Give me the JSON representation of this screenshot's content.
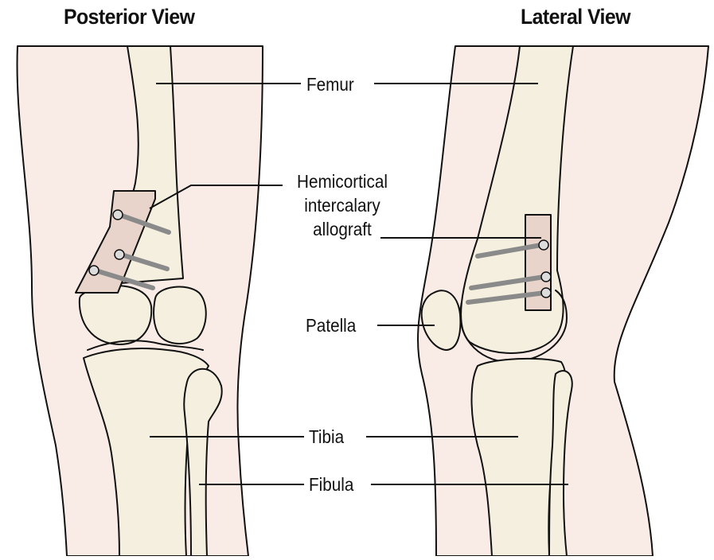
{
  "titles": {
    "posterior": "Posterior View",
    "lateral": "Lateral View"
  },
  "labels": {
    "femur": "Femur",
    "graft_line1": "Hemicortical",
    "graft_line2": "intercalary",
    "graft_line3": "allograft",
    "patella": "Patella",
    "tibia": "Tibia",
    "fibula": "Fibula"
  },
  "colors": {
    "skin": "#f8ebe6",
    "bone": "#f4eedc",
    "graft": "#e6d2c8",
    "line": "#111111",
    "screw": "#8a8a8a"
  }
}
